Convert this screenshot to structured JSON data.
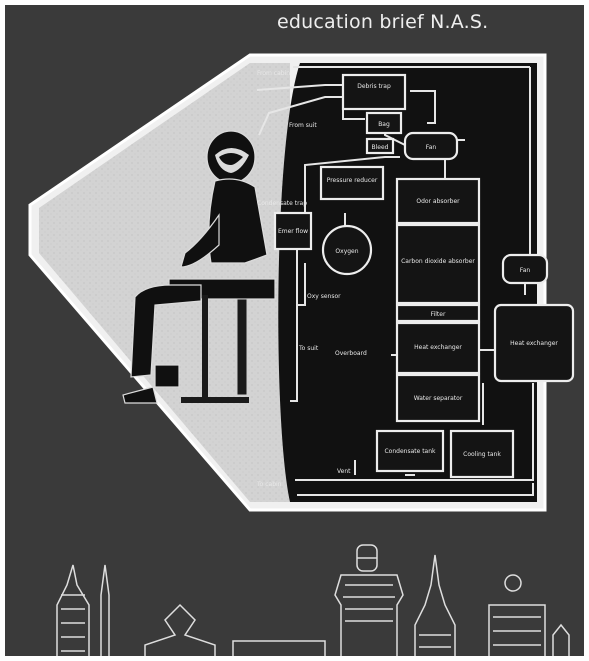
{
  "header": {
    "title": "education brief N.A.S."
  },
  "diagram": {
    "components": {
      "debris_trap": "Debris trap",
      "bag": "Bag",
      "bleed": "Bleed",
      "fan_top": "Fan",
      "pressure_reducer": "Pressure reducer",
      "odor_absorber": "Odor absorber",
      "emergency_flow": "Emer flow",
      "oxygen": "Oxygen",
      "co2_absorber": "Carbon dioxide absorber",
      "filter": "Filter",
      "heat_exchanger_main": "Heat exchanger",
      "water_separator": "Water separator",
      "condensate_tank": "Condensate tank",
      "cooling_tank": "Cooling tank",
      "fan_side": "Fan",
      "heat_exchanger_side": "Heat exchanger"
    },
    "labels": {
      "from_cabin": "From cabin",
      "from_suit": "From suit",
      "condensate_trap": "Condensate trap",
      "o2_sensor": "Oxy sensor",
      "to_suit": "To suit",
      "overboard": "Overboard",
      "vent": "Vent",
      "to_cabin": "To cabin"
    }
  },
  "colors": {
    "frame_bg": "#3a3a3a",
    "panel": "#111111",
    "line": "#eeeeee",
    "cabin_light": "#d6d6d6"
  }
}
